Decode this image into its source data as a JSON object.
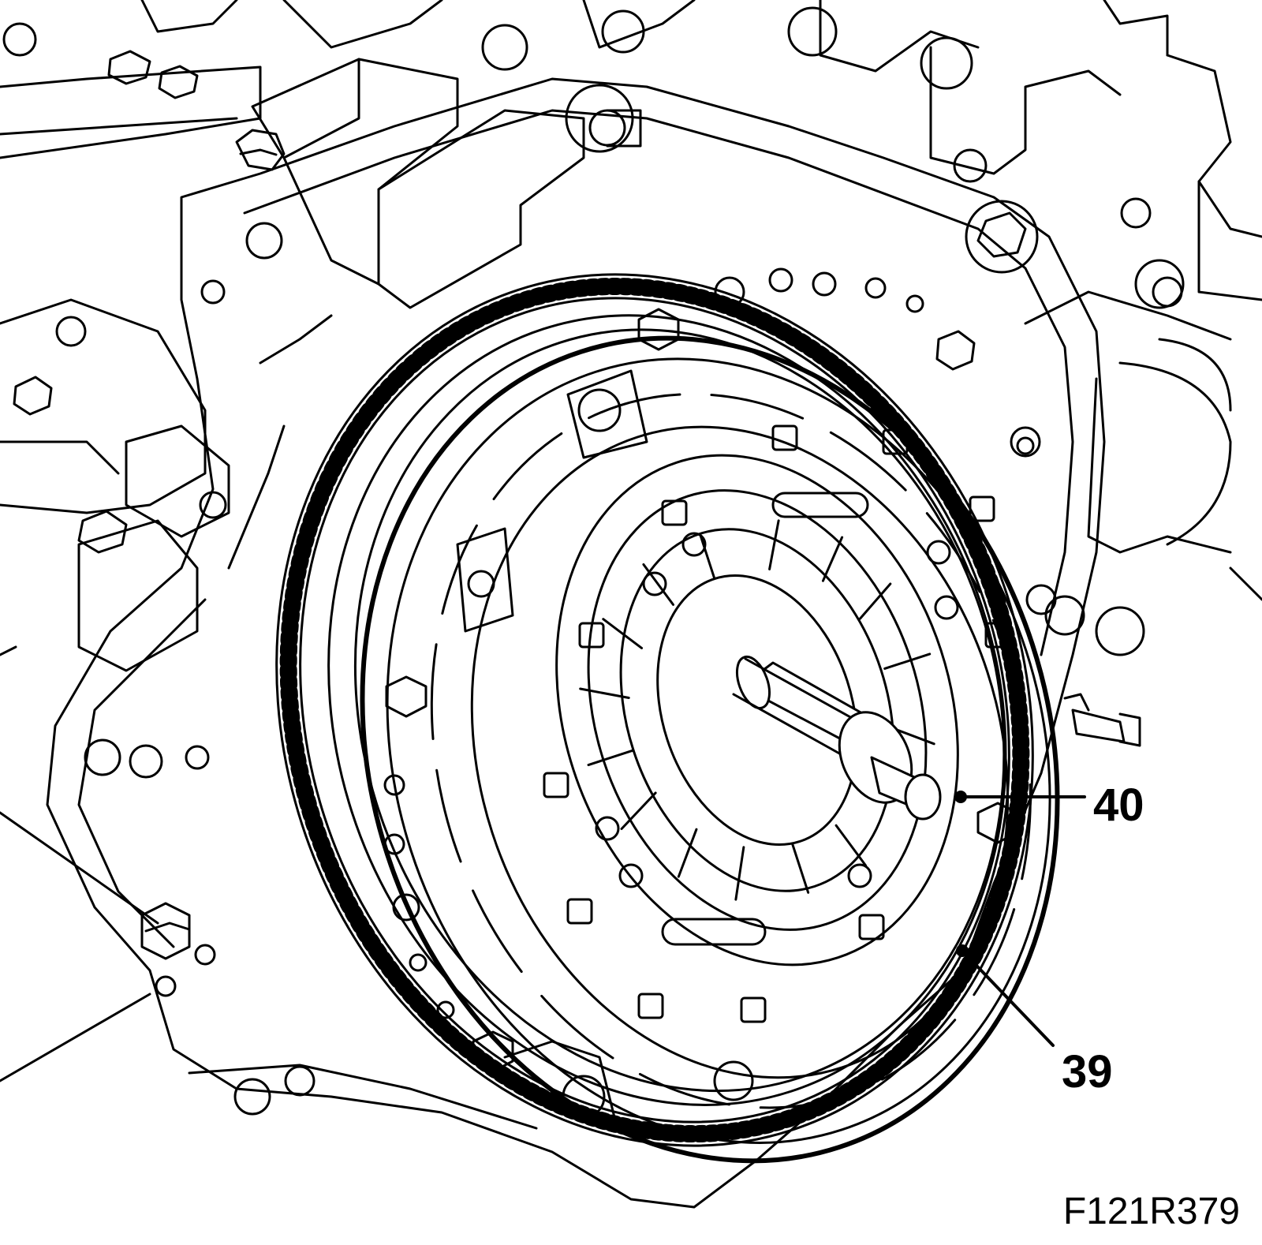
{
  "figure": {
    "id": "F121R379",
    "callouts": [
      {
        "number": "40",
        "part": "centering-tool"
      },
      {
        "number": "39",
        "part": "clutch-pressure-plate"
      }
    ]
  },
  "colors": {
    "ink": "#000000",
    "paper": "#ffffff"
  }
}
